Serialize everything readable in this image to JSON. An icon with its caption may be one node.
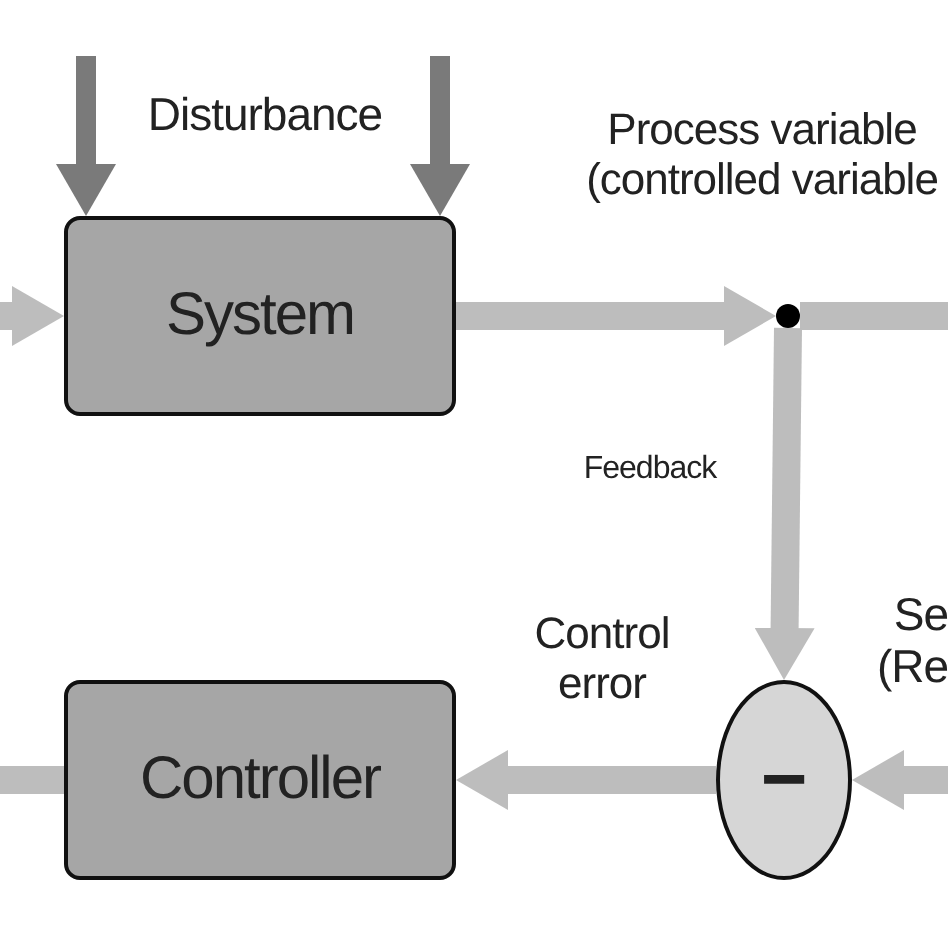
{
  "diagram": {
    "nodes": [
      {
        "text": [
          "System"
        ]
      },
      {
        "text": [],
        "shape": "circle",
        "beside": [
          "Process variable (controlled variable"
        ]
      },
      {
        "text": [
          "−"
        ]
      },
      {
        "text": [
          "Controller"
        ]
      }
    ],
    "edges": [
      {
        "from": null,
        "to": 0,
        "arrow": "to"
      },
      {
        "from": null,
        "to": 0,
        "arrow": "to",
        "color": "#7a7a7a"
      },
      {
        "from": null,
        "to": 0,
        "arrow": "to",
        "color": "#7a7a7a"
      },
      {
        "from": 0,
        "to": 1,
        "arrow": "to"
      },
      {
        "from": 1,
        "to": null,
        "arrow": "none"
      },
      {
        "from": 1,
        "to": 2,
        "arrow": "to",
        "label": "Feedback"
      },
      {
        "from": null,
        "to": 2,
        "arrow": "to"
      },
      {
        "from": 2,
        "to": 3,
        "arrow": "to",
        "label": "Control error"
      },
      {
        "from": 3,
        "to": null,
        "arrow": "none"
      }
    ],
    "labels": [
      "Disturbance",
      "Se (Re"
    ]
  }
}
